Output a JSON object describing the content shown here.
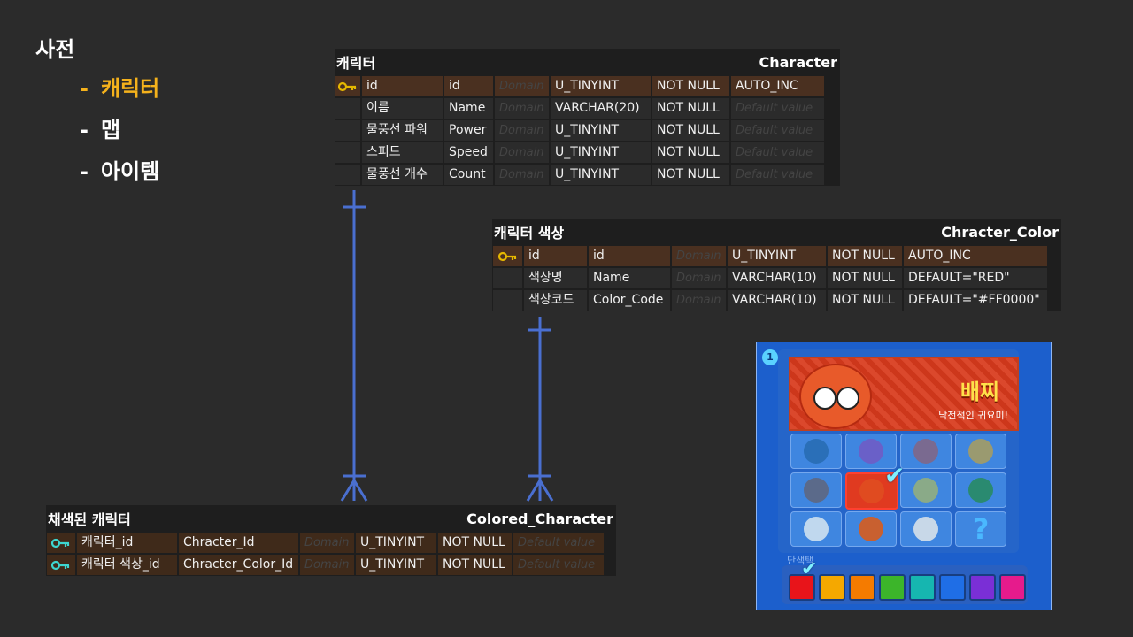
{
  "sidebar": {
    "title": "사전",
    "items": [
      {
        "label": "캐릭터",
        "color": "#f5b21c"
      },
      {
        "label": "맵",
        "color": "#ffffff"
      },
      {
        "label": "아이템",
        "color": "#ffffff"
      }
    ]
  },
  "erd": {
    "character": {
      "logical_name": "캐릭터",
      "physical_name": "Character",
      "rows": [
        {
          "key": "pk",
          "logical": "id",
          "physical": "id",
          "domain": "Domain",
          "type": "U_TINYINT",
          "null": "NOT NULL",
          "default": "AUTO_INC"
        },
        {
          "key": "",
          "logical": "이름",
          "physical": "Name",
          "domain": "Domain",
          "type": "VARCHAR(20)",
          "null": "NOT NULL",
          "default": "Default value"
        },
        {
          "key": "",
          "logical": "물풍선 파워",
          "physical": "Power",
          "domain": "Domain",
          "type": "U_TINYINT",
          "null": "NOT NULL",
          "default": "Default value"
        },
        {
          "key": "",
          "logical": "스피드",
          "physical": "Speed",
          "domain": "Domain",
          "type": "U_TINYINT",
          "null": "NOT NULL",
          "default": "Default value"
        },
        {
          "key": "",
          "logical": "물풍선 개수",
          "physical": "Count",
          "domain": "Domain",
          "type": "U_TINYINT",
          "null": "NOT NULL",
          "default": "Default value"
        }
      ]
    },
    "character_color": {
      "logical_name": "캐릭터 색상",
      "physical_name": "Chracter_Color",
      "rows": [
        {
          "key": "pk",
          "logical": "id",
          "physical": "id",
          "domain": "Domain",
          "type": "U_TINYINT",
          "null": "NOT NULL",
          "default": "AUTO_INC"
        },
        {
          "key": "",
          "logical": "색상명",
          "physical": "Name",
          "domain": "Domain",
          "type": "VARCHAR(10)",
          "null": "NOT NULL",
          "default": "DEFAULT=\"RED\""
        },
        {
          "key": "",
          "logical": "색상코드",
          "physical": "Color_Code",
          "domain": "Domain",
          "type": "VARCHAR(10)",
          "null": "NOT NULL",
          "default": "DEFAULT=\"#FF0000\""
        }
      ]
    },
    "colored_character": {
      "logical_name": "채색된 캐릭터",
      "physical_name": "Colored_Character",
      "rows": [
        {
          "key": "fk",
          "logical": "캐릭터_id",
          "physical": "Chracter_Id",
          "domain": "Domain",
          "type": "U_TINYINT",
          "null": "NOT NULL",
          "default": "Default value"
        },
        {
          "key": "fk",
          "logical": "캐릭터 색상_id",
          "physical": "Chracter_Color_Id",
          "domain": "Domain",
          "type": "U_TINYINT",
          "null": "NOT NULL",
          "default": "Default value"
        }
      ]
    },
    "colors": {
      "pk_key": "#e6b800",
      "fk_key": "#3dd6d0",
      "relation_line": "#4a6fd0"
    }
  },
  "game": {
    "badge": "1",
    "banner_title": "배찌",
    "banner_subtitle": "낙천적인 귀요미!",
    "color_label": "단색택",
    "swatches": [
      "#e8141a",
      "#f5a800",
      "#f57b00",
      "#3cb52a",
      "#16b6b0",
      "#1f6ee6",
      "#7a2fd6",
      "#e61b8c"
    ]
  }
}
